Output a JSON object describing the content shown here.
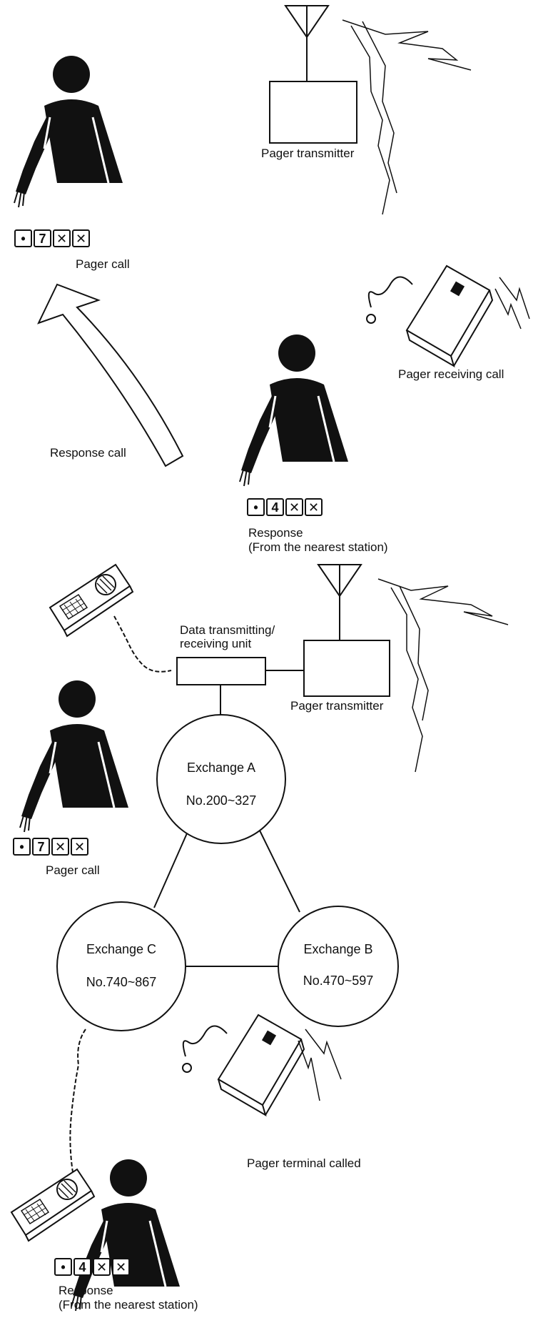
{
  "labels": {
    "pager_transmitter_top": "Pager transmitter",
    "pager_call_top": "Pager call",
    "pager_receiving_call": "Pager receiving call",
    "response_call": "Response call",
    "response_1": "Response",
    "response_1_sub": "(From the nearest station)",
    "data_unit": "Data  transmitting/",
    "data_unit_2": "receiving unit",
    "pager_transmitter_mid": "Pager transmitter",
    "pager_call_mid": "Pager call",
    "pager_terminal_called": "Pager terminal  called",
    "response_2": "Response",
    "response_2_sub": "(From the nearest station)"
  },
  "keys": {
    "pager_call_top": [
      "•",
      "7",
      "✕",
      "✕"
    ],
    "response_1": [
      "•",
      "4",
      "✕",
      "✕"
    ],
    "pager_call_mid": [
      "•",
      "7",
      "✕",
      "✕"
    ],
    "response_2": [
      "•",
      "4",
      "✕",
      "✕"
    ]
  },
  "exchanges": {
    "a": {
      "name": "Exchange A",
      "range": "No.200~327"
    },
    "b": {
      "name": "Exchange B",
      "range": "No.470~597"
    },
    "c": {
      "name": "Exchange C",
      "range": "No.740~867"
    }
  }
}
